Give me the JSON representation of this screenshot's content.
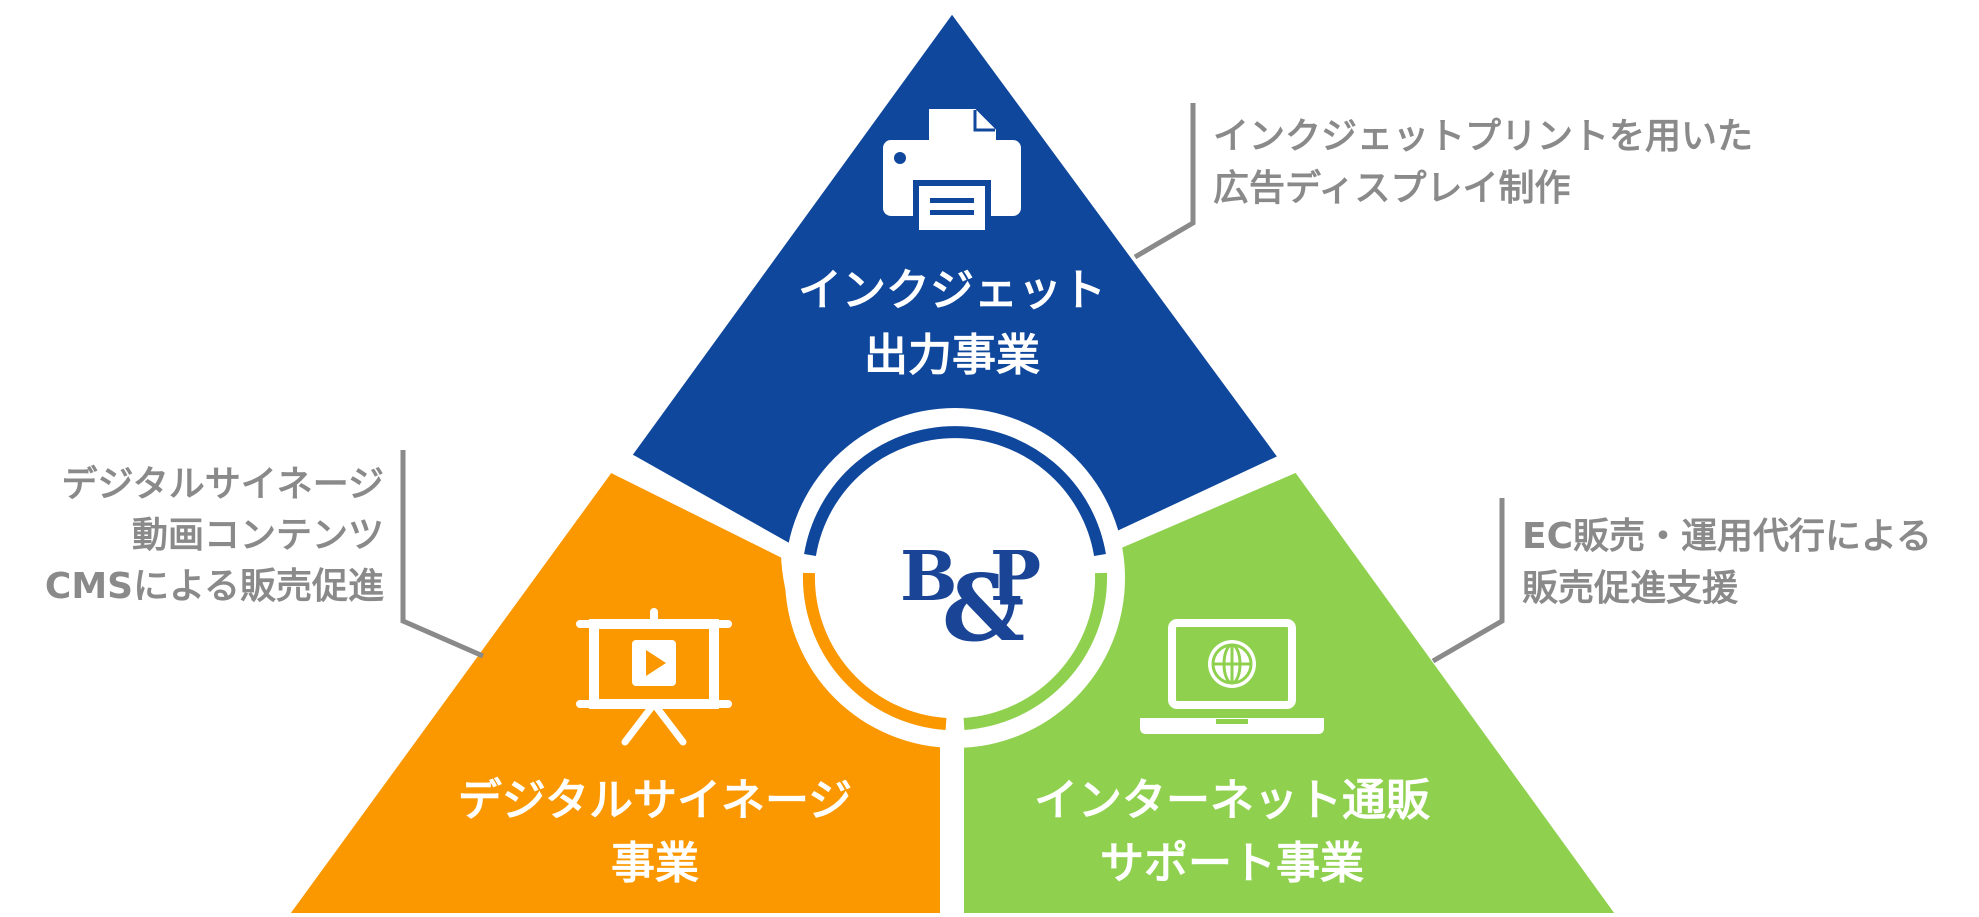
{
  "colors": {
    "inkjet": "#0f479c",
    "signage": "#fb9800",
    "internet": "#8fd14f",
    "text_gray": "#8a8a8a",
    "logo_blue": "#1a4597"
  },
  "center_logo": {
    "text": "B&P"
  },
  "segments": {
    "inkjet": {
      "icon": "printer-icon",
      "title_line1": "インクジェット",
      "title_line2": "出力事業",
      "description_lines": [
        "インクジェットプリントを用いた",
        "広告ディスプレイ制作"
      ]
    },
    "signage": {
      "icon": "projector-screen-icon",
      "title_line1": "デジタルサイネージ",
      "title_line2": "事業",
      "description_lines": [
        "デジタルサイネージ",
        "動画コンテンツ",
        "CMSによる販売促進"
      ]
    },
    "internet": {
      "icon": "laptop-globe-icon",
      "title_line1": "インターネット通販",
      "title_line2": "サポート事業",
      "description_lines": [
        "EC販売・運用代行による",
        "販売促進支援"
      ]
    }
  }
}
